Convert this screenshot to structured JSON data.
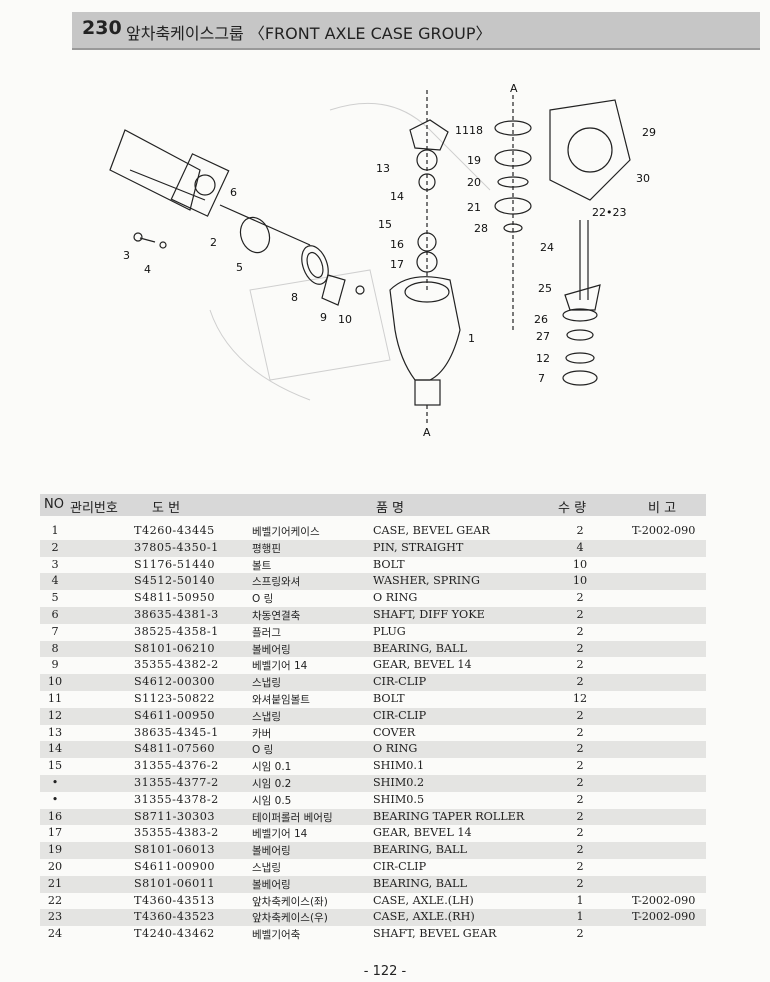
{
  "header": {
    "number": "230",
    "title": "앞차축케이스그룹 〈FRONT AXLE CASE GROUP〉"
  },
  "diagram": {
    "section_marks": [
      "A",
      "A"
    ],
    "callouts": [
      "1118",
      "13",
      "14",
      "15",
      "16",
      "17",
      "19",
      "20",
      "21",
      "28",
      "29",
      "30",
      "22•23",
      "24",
      "25",
      "26",
      "27",
      "12",
      "7",
      "1",
      "6",
      "2",
      "3",
      "4",
      "5",
      "8",
      "9",
      "10"
    ]
  },
  "table": {
    "headers": {
      "no": "NO",
      "mgmt": "관리번호",
      "drawing": "도 번",
      "name": "품 명",
      "qty": "수 량",
      "remark": "비 고"
    },
    "rows": [
      {
        "no": "1",
        "part": "T4260-43445",
        "kr": "베벨기어케이스",
        "en": "CASE, BEVEL GEAR",
        "qty": "2",
        "remark": "T-2002-090"
      },
      {
        "no": "2",
        "part": "37805-4350-1",
        "kr": "평행핀",
        "en": "PIN, STRAIGHT",
        "qty": "4",
        "remark": ""
      },
      {
        "no": "3",
        "part": "S1176-51440",
        "kr": "볼트",
        "en": "BOLT",
        "qty": "10",
        "remark": ""
      },
      {
        "no": "4",
        "part": "S4512-50140",
        "kr": "스프링와셔",
        "en": "WASHER, SPRING",
        "qty": "10",
        "remark": ""
      },
      {
        "no": "5",
        "part": "S4811-50950",
        "kr": "O 링",
        "en": "O RING",
        "qty": "2",
        "remark": ""
      },
      {
        "no": "6",
        "part": "38635-4381-3",
        "kr": "차동연결축",
        "en": "SHAFT, DIFF YOKE",
        "qty": "2",
        "remark": ""
      },
      {
        "no": "7",
        "part": "38525-4358-1",
        "kr": "플러그",
        "en": "PLUG",
        "qty": "2",
        "remark": ""
      },
      {
        "no": "8",
        "part": "S8101-06210",
        "kr": "볼베어링",
        "en": "BEARING, BALL",
        "qty": "2",
        "remark": ""
      },
      {
        "no": "9",
        "part": "35355-4382-2",
        "kr": "베벨기어 14",
        "en": "GEAR, BEVEL 14",
        "qty": "2",
        "remark": ""
      },
      {
        "no": "10",
        "part": "S4612-00300",
        "kr": "스냅링",
        "en": "CIR-CLIP",
        "qty": "2",
        "remark": ""
      },
      {
        "no": "11",
        "part": "S1123-50822",
        "kr": "와셔붙임볼트",
        "en": "BOLT",
        "qty": "12",
        "remark": ""
      },
      {
        "no": "12",
        "part": "S4611-00950",
        "kr": "스냅링",
        "en": "CIR-CLIP",
        "qty": "2",
        "remark": ""
      },
      {
        "no": "13",
        "part": "38635-4345-1",
        "kr": "카버",
        "en": "COVER",
        "qty": "2",
        "remark": ""
      },
      {
        "no": "14",
        "part": "S4811-07560",
        "kr": "O 링",
        "en": "O RING",
        "qty": "2",
        "remark": ""
      },
      {
        "no": "15",
        "part": "31355-4376-2",
        "kr": "시임 0.1",
        "en": "SHIM0.1",
        "qty": "2",
        "remark": ""
      },
      {
        "no": "•",
        "part": "31355-4377-2",
        "kr": "시임 0.2",
        "en": "SHIM0.2",
        "qty": "2",
        "remark": ""
      },
      {
        "no": "•",
        "part": "31355-4378-2",
        "kr": "시임 0.5",
        "en": "SHIM0.5",
        "qty": "2",
        "remark": ""
      },
      {
        "no": "16",
        "part": "S8711-30303",
        "kr": "테이퍼롤러 베어링",
        "en": "BEARING TAPER ROLLER",
        "qty": "2",
        "remark": ""
      },
      {
        "no": "17",
        "part": "35355-4383-2",
        "kr": "베벨기어 14",
        "en": "GEAR, BEVEL 14",
        "qty": "2",
        "remark": ""
      },
      {
        "no": "19",
        "part": "S8101-06013",
        "kr": "볼베어링",
        "en": "BEARING, BALL",
        "qty": "2",
        "remark": ""
      },
      {
        "no": "20",
        "part": "S4611-00900",
        "kr": "스냅링",
        "en": "CIR-CLIP",
        "qty": "2",
        "remark": ""
      },
      {
        "no": "21",
        "part": "S8101-06011",
        "kr": "볼베어링",
        "en": "BEARING, BALL",
        "qty": "2",
        "remark": ""
      },
      {
        "no": "22",
        "part": "T4360-43513",
        "kr": "앞차축케이스(좌)",
        "en": "CASE, AXLE.(LH)",
        "qty": "1",
        "remark": "T-2002-090"
      },
      {
        "no": "23",
        "part": "T4360-43523",
        "kr": "앞차축케이스(우)",
        "en": "CASE, AXLE.(RH)",
        "qty": "1",
        "remark": "T-2002-090"
      },
      {
        "no": "24",
        "part": "T4240-43462",
        "kr": "베벨기어축",
        "en": "SHAFT, BEVEL GEAR",
        "qty": "2",
        "remark": ""
      }
    ]
  },
  "footer": {
    "page": "- 122 -"
  }
}
